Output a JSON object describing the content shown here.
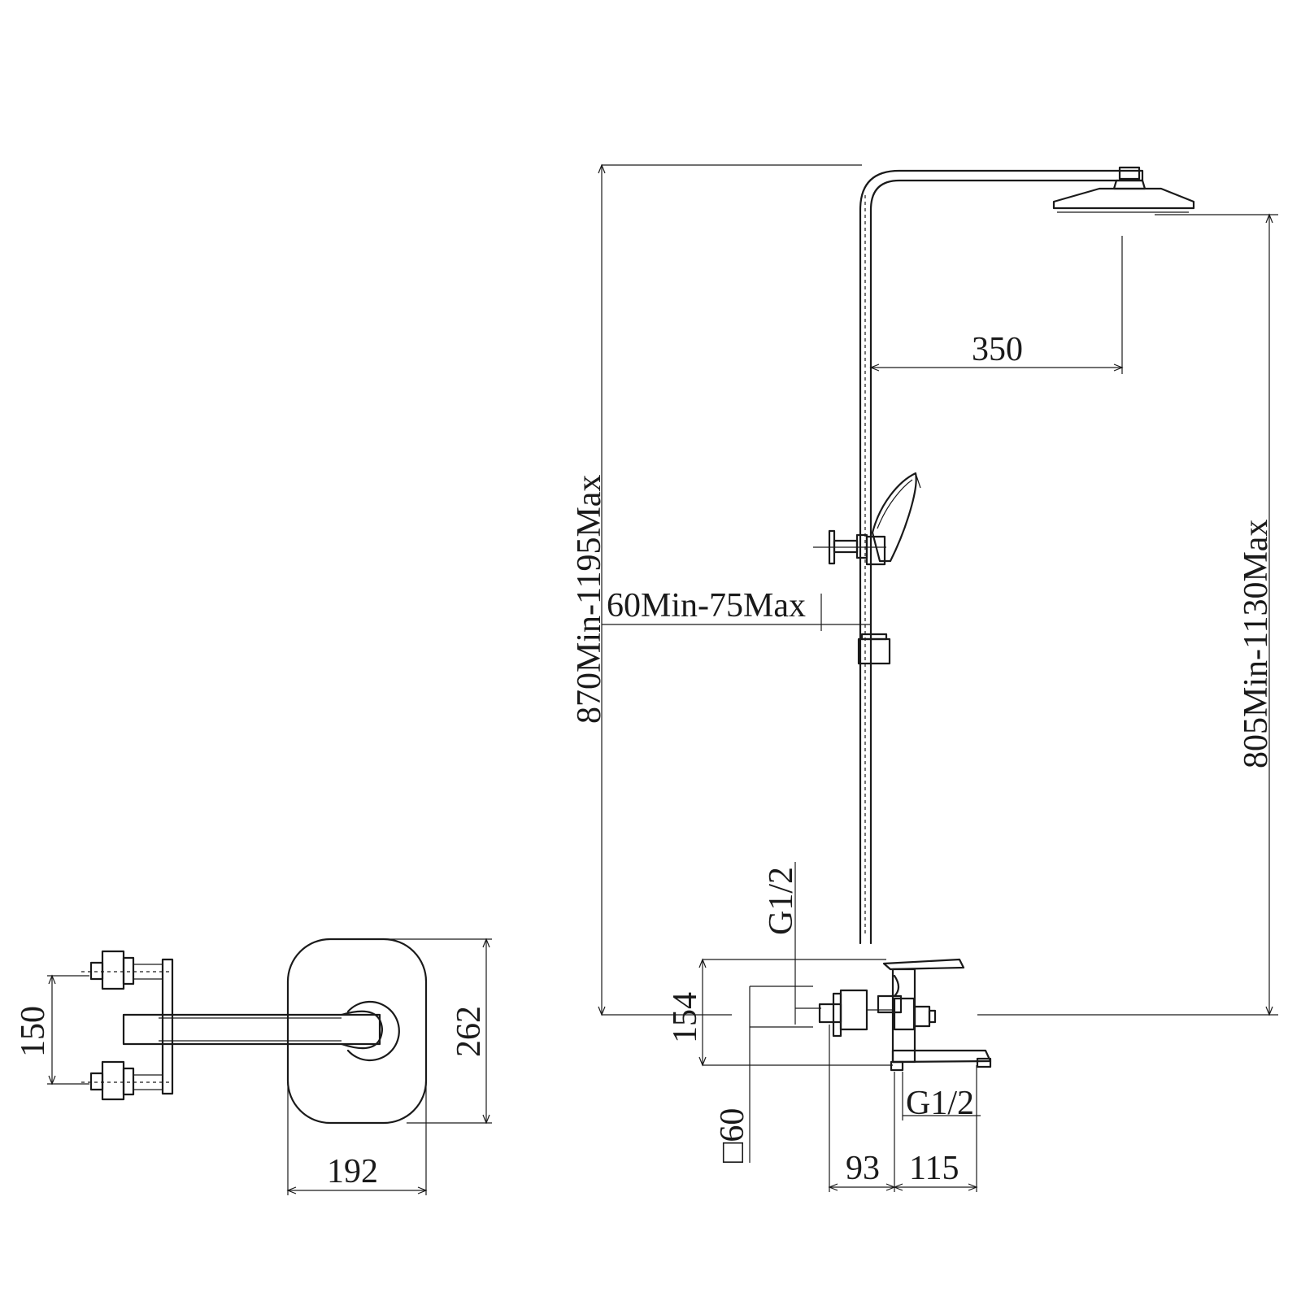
{
  "dimensions": {
    "total_height": "870Min-1195Max",
    "head_height": "805Min-1130Max",
    "arm_length": "350",
    "handset_offset": "60Min-75Max",
    "inlet_thread_top": "G1/2",
    "outlet_thread": "G1/2",
    "mixer_height": "154",
    "bar_section": "□60",
    "wall_to_mixer": "93",
    "spout_length": "115",
    "inlet_spacing": "150",
    "plate_height": "262",
    "plate_width": "192"
  },
  "colors": {
    "line": "#1a1a1a",
    "background": "#ffffff"
  }
}
